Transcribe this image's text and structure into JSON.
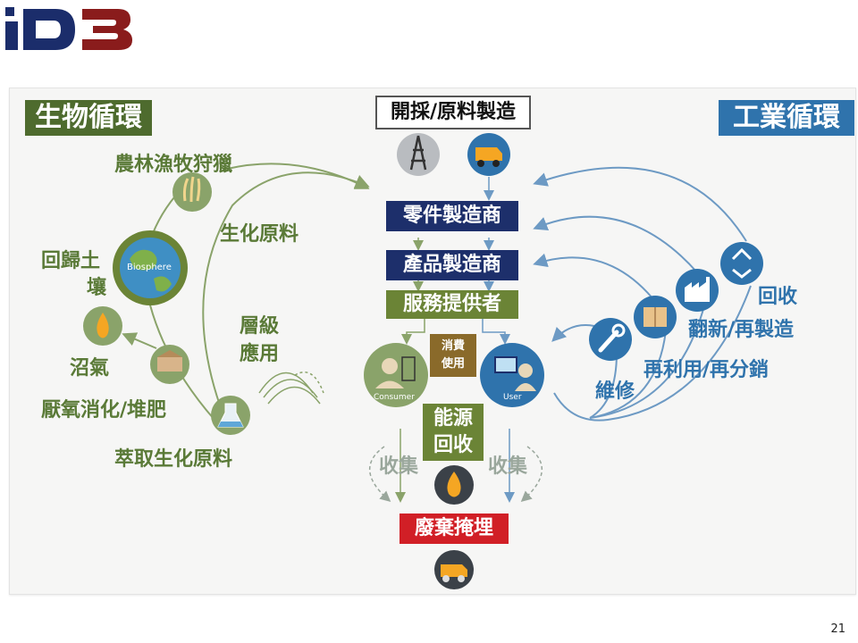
{
  "logo": {
    "text": "iD3"
  },
  "bio_cycle": {
    "title": "生物循環",
    "farming": "農林漁牧狩獵",
    "biochem_material": "生化原料",
    "return_soil_1": "回歸土",
    "return_soil_2": "壤",
    "biosphere": "Biosphere",
    "cascade_1": "層級",
    "cascade_2": "應用",
    "biogas": "沼氣",
    "digestion": "厭氧消化/堆肥",
    "extraction": "萃取生化原料"
  },
  "center": {
    "mining": "開採/原料製造",
    "parts": "零件製造商",
    "product": "產品製造商",
    "service": "服務提供者",
    "consumption_1": "消費",
    "consumption_2": "使用",
    "consumer": "Consumer",
    "user": "User",
    "energy_1": "能源",
    "energy_2": "回收",
    "collect_left": "收集",
    "collect_right": "收集",
    "landfill": "廢棄掩埋"
  },
  "tech_cycle": {
    "title": "工業循環",
    "recycle": "回收",
    "refurbish": "翻新/再製造",
    "reuse": "再利用/再分銷",
    "maintain": "維修"
  },
  "page_number": "21",
  "colors": {
    "bio": "#5a7a37",
    "tech": "#2f73ac",
    "navy": "#1d2f6b",
    "red": "#d11f26",
    "olive": "#6b8436"
  }
}
